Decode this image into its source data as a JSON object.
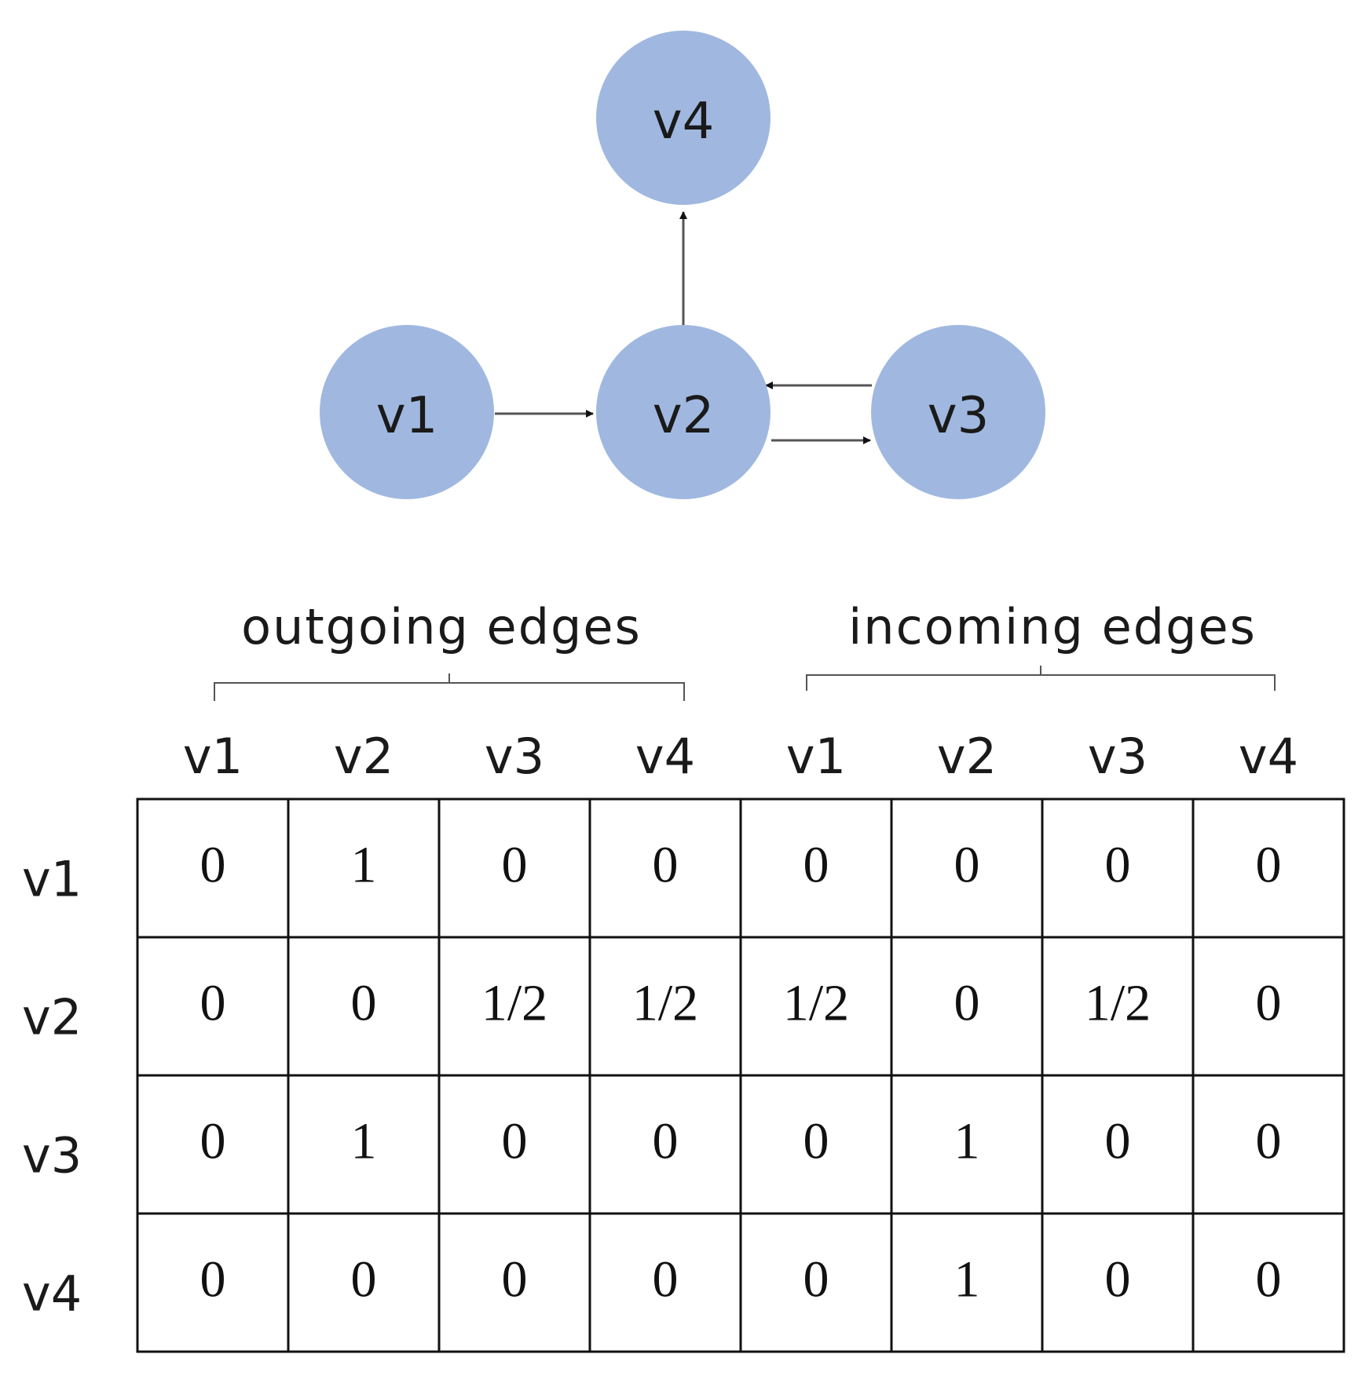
{
  "graph": {
    "nodes": [
      {
        "id": "v1",
        "label": "v1"
      },
      {
        "id": "v2",
        "label": "v2"
      },
      {
        "id": "v3",
        "label": "v3"
      },
      {
        "id": "v4",
        "label": "v4"
      }
    ],
    "edges": [
      {
        "from": "v1",
        "to": "v2"
      },
      {
        "from": "v2",
        "to": "v4"
      },
      {
        "from": "v2",
        "to": "v3"
      },
      {
        "from": "v3",
        "to": "v2"
      }
    ],
    "node_color": "#a0b8e0"
  },
  "matrix": {
    "group_labels": {
      "outgoing": "outgoing edges",
      "incoming": "incoming edges"
    },
    "column_headers": [
      "v1",
      "v2",
      "v3",
      "v4",
      "v1",
      "v2",
      "v3",
      "v4"
    ],
    "row_headers": [
      "v1",
      "v2",
      "v3",
      "v4"
    ],
    "rows": [
      [
        "0",
        "1",
        "0",
        "0",
        "0",
        "0",
        "0",
        "0"
      ],
      [
        "0",
        "0",
        "1/2",
        "1/2",
        "1/2",
        "0",
        "1/2",
        "0"
      ],
      [
        "0",
        "1",
        "0",
        "0",
        "0",
        "1",
        "0",
        "0"
      ],
      [
        "0",
        "0",
        "0",
        "0",
        "0",
        "1",
        "0",
        "0"
      ]
    ]
  }
}
